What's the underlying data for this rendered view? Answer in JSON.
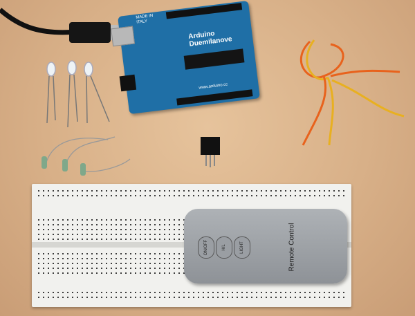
{
  "board": {
    "made_in": "MADE IN",
    "italy": "ITALY",
    "brand": "Arduino",
    "model": "Duemilanove",
    "url": "www.arduino.cc"
  },
  "remote": {
    "title": "Remote Control",
    "buttons": [
      "ON/OFF",
      "H/L",
      "LIGHT"
    ]
  },
  "colors": {
    "table": "#d8b088",
    "board": "#1f6fa6",
    "remote": "#9a9ea3",
    "breadboard": "#f1f1ee",
    "wire_orange": "#e8621c",
    "wire_yellow": "#e8b020"
  },
  "objects": [
    "usb-cable",
    "arduino-board",
    "leds",
    "resistors",
    "ir-receiver",
    "wires",
    "breadboard",
    "remote-control"
  ]
}
